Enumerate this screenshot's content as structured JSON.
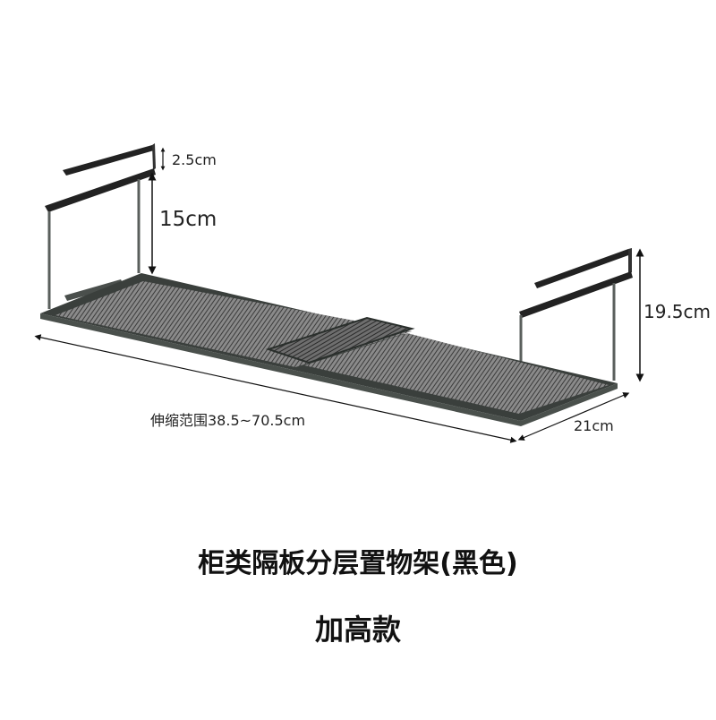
{
  "product": {
    "title": "柜类隔板分层置物架(黑色)",
    "variant": "加高款",
    "color_frame": "#3a3f3c",
    "color_mesh": "#6a6a6a",
    "color_bar": "#1e1e1e"
  },
  "dimensions": {
    "hook_gap": "2.5cm",
    "clearance_height": "15cm",
    "total_height": "19.5cm",
    "depth": "21cm",
    "length_range": "伸缩范围38.5~70.5cm"
  },
  "icons": {
    "arrows": "double-headed dimension arrows"
  }
}
